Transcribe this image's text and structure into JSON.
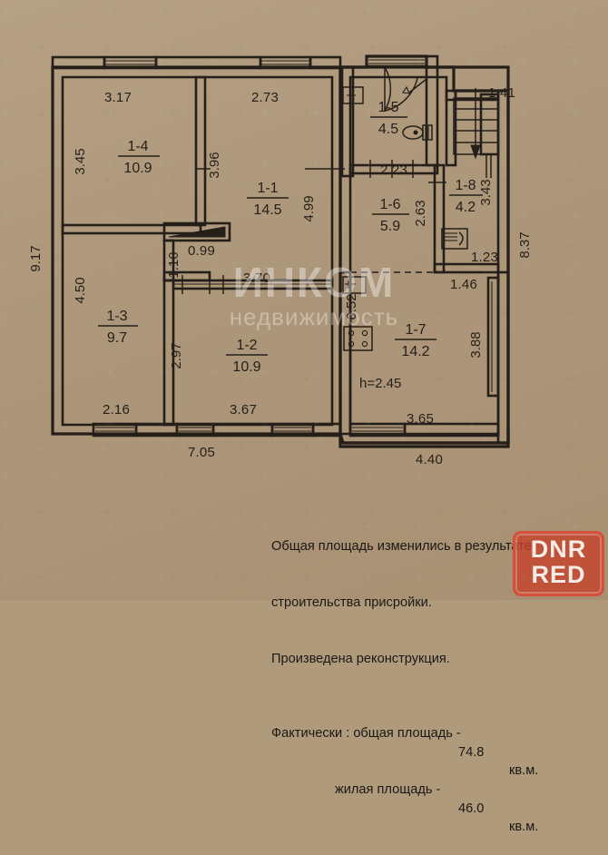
{
  "document": {
    "type": "apartment-floor-plan",
    "ceiling_height_label": "h=2.45"
  },
  "rooms": [
    {
      "id": "1-1",
      "area": "14.5"
    },
    {
      "id": "1-2",
      "area": "10.9"
    },
    {
      "id": "1-3",
      "area": "9.7"
    },
    {
      "id": "1-4",
      "area": "10.9"
    },
    {
      "id": "1-5",
      "area": "4.5"
    },
    {
      "id": "1-6",
      "area": "5.9"
    },
    {
      "id": "1-7",
      "area": "14.2"
    },
    {
      "id": "1-8",
      "area": "4.2"
    }
  ],
  "dimensions": {
    "top_left": "3.17",
    "top_mid": "2.73",
    "left_outer": "9.17",
    "left_upper": "3.45",
    "left_lower": "4.50",
    "room11_height": "3.96",
    "room11_right": "4.99",
    "closet_width": "0.99",
    "closet_depth": "1.10",
    "room12_top": "3.70",
    "room12_left": "2.97",
    "room13_bottom": "2.16",
    "room12_bottom": "3.67",
    "bottom_total": "7.05",
    "bath_width": "2.23",
    "stair_width": "1.41",
    "room16_height": "2.63",
    "room18_right": "3.43",
    "tub_width": "1.23",
    "room18_bottom": "1.46",
    "right_outer": "8.37",
    "kitchen_left": "6.52",
    "room17_right": "3.88",
    "room17_bottom": "3.65",
    "bottom_right_total": "4.40"
  },
  "note": {
    "line1": "Общая площадь изменились в результате",
    "line2": "строительства присройки.",
    "line3": "Произведена реконструкция.",
    "line4_label": "Фактически : общая площадь -",
    "line4_value": "74.8",
    "line4_unit": "кв.м.",
    "line5_label": "жилая площадь -",
    "line5_value": "46.0",
    "line5_unit": "кв.м."
  },
  "watermark": {
    "line1": "ИНКОМ",
    "line2": "недвижимость"
  },
  "logo": {
    "line1": "DNR",
    "line2": "RED",
    "color": "#c4422b"
  }
}
